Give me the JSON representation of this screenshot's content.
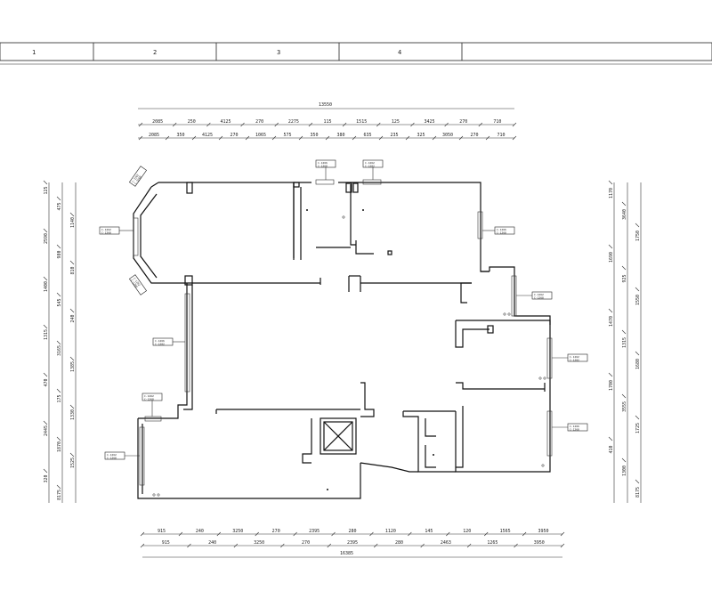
{
  "grid": {
    "columns": [
      "1",
      "2",
      "3",
      "4"
    ]
  },
  "dimensions": {
    "top_total": "13550",
    "top_row1": [
      "2085",
      "250",
      "4125",
      "270",
      "2275",
      "115",
      "1515",
      "125",
      "3425",
      "270",
      "710"
    ],
    "top_row2": [
      "2085",
      "350",
      "4125",
      "270",
      "1065",
      "575",
      "350",
      "380",
      "635",
      "235",
      "325",
      "3050",
      "270",
      "710"
    ],
    "bottom_row1": [
      "915",
      "240",
      "3250",
      "270",
      "2395",
      "280",
      "1120",
      "145",
      "120",
      "1565",
      "3950"
    ],
    "bottom_row2": [
      "915",
      "240",
      "3250",
      "270",
      "2395",
      "280",
      "2463",
      "1265",
      "3950"
    ],
    "bottom_total": "16385",
    "left_labels": [
      "125",
      "475",
      "1140",
      "2590",
      "980",
      "810",
      "1400",
      "545",
      "240",
      "1315",
      "3165",
      "1385",
      "470",
      "175",
      "1330",
      "2445",
      "1870",
      "1525",
      "320",
      "8175"
    ],
    "right_labels": [
      "1170",
      "3640",
      "1750",
      "1690",
      "925",
      "1550",
      "1470",
      "1315",
      "1680",
      "1700",
      "3555",
      "1725",
      "410",
      "1300",
      "8175"
    ]
  },
  "window_tags": [
    {
      "line1": "C-1266",
      "line2": "C-1268"
    },
    {
      "line1": "C-1262",
      "line2": "C-1282"
    },
    {
      "line1": "C-1266",
      "line2": "C-1268"
    },
    {
      "line1": "C-1262",
      "line2": "C-1268"
    },
    {
      "line1": "C-1262",
      "line2": "C-1268"
    },
    {
      "line1": "C-1262",
      "line2": "C-1268"
    },
    {
      "line1": "C-1262",
      "line2": "C-1268"
    },
    {
      "line1": "C-1262",
      "line2": "C-1282"
    },
    {
      "line1": "C-1266",
      "line2": "C-1268"
    },
    {
      "line1": "C-1266",
      "line2": "C-1282"
    },
    {
      "line1": "C-1262",
      "line2": "C-1268"
    },
    {
      "line1": "C-1262",
      "line2": "C-1268"
    }
  ]
}
